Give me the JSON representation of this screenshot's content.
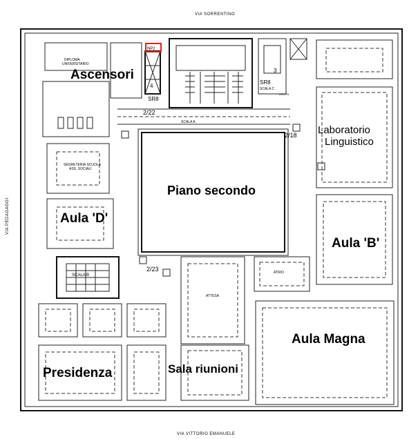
{
  "streets": {
    "north": "VIA SORRENTINO",
    "south": "VIA VITTORIO EMANUELE",
    "west": "VIA PEDAGAGGI"
  },
  "rooms": {
    "ascensori": "Ascensori",
    "piano_secondo": "Piano secondo",
    "laboratorio_line1": "Laboratorio",
    "laboratorio_line2": "Linguistico",
    "aula_d": "Aula 'D'",
    "aula_b": "Aula 'B'",
    "aula_magna": "Aula Magna",
    "presidenza": "Presidenza",
    "sala_riunioni": "Sala riunioni"
  },
  "small_labels": {
    "diploma_line1": "DIPLOMA",
    "diploma_line2": "UNIVERSITARIO",
    "segreteria_line1": "SEGRETERIA SCUOLA",
    "segreteria_line2": "ASS. SOCIALI",
    "scala_a": "SCALA A",
    "scala_b": "SCALA B",
    "scala_c": "SCALA C",
    "attesa": "ATTESA",
    "atrio": "ATRIO",
    "uscita": "USCITA",
    "marker_np2": "NP2",
    "marker_sr8_left": "SR8",
    "marker_sr8_right": "SR8",
    "num_4": "4",
    "num_3": "3",
    "door_2_22": "2/22",
    "door_2_18": "2/18",
    "door_2_23": "2/23"
  },
  "colors": {
    "walls": "#111111",
    "highlight": "#e0201c",
    "background": "#ffffff"
  }
}
